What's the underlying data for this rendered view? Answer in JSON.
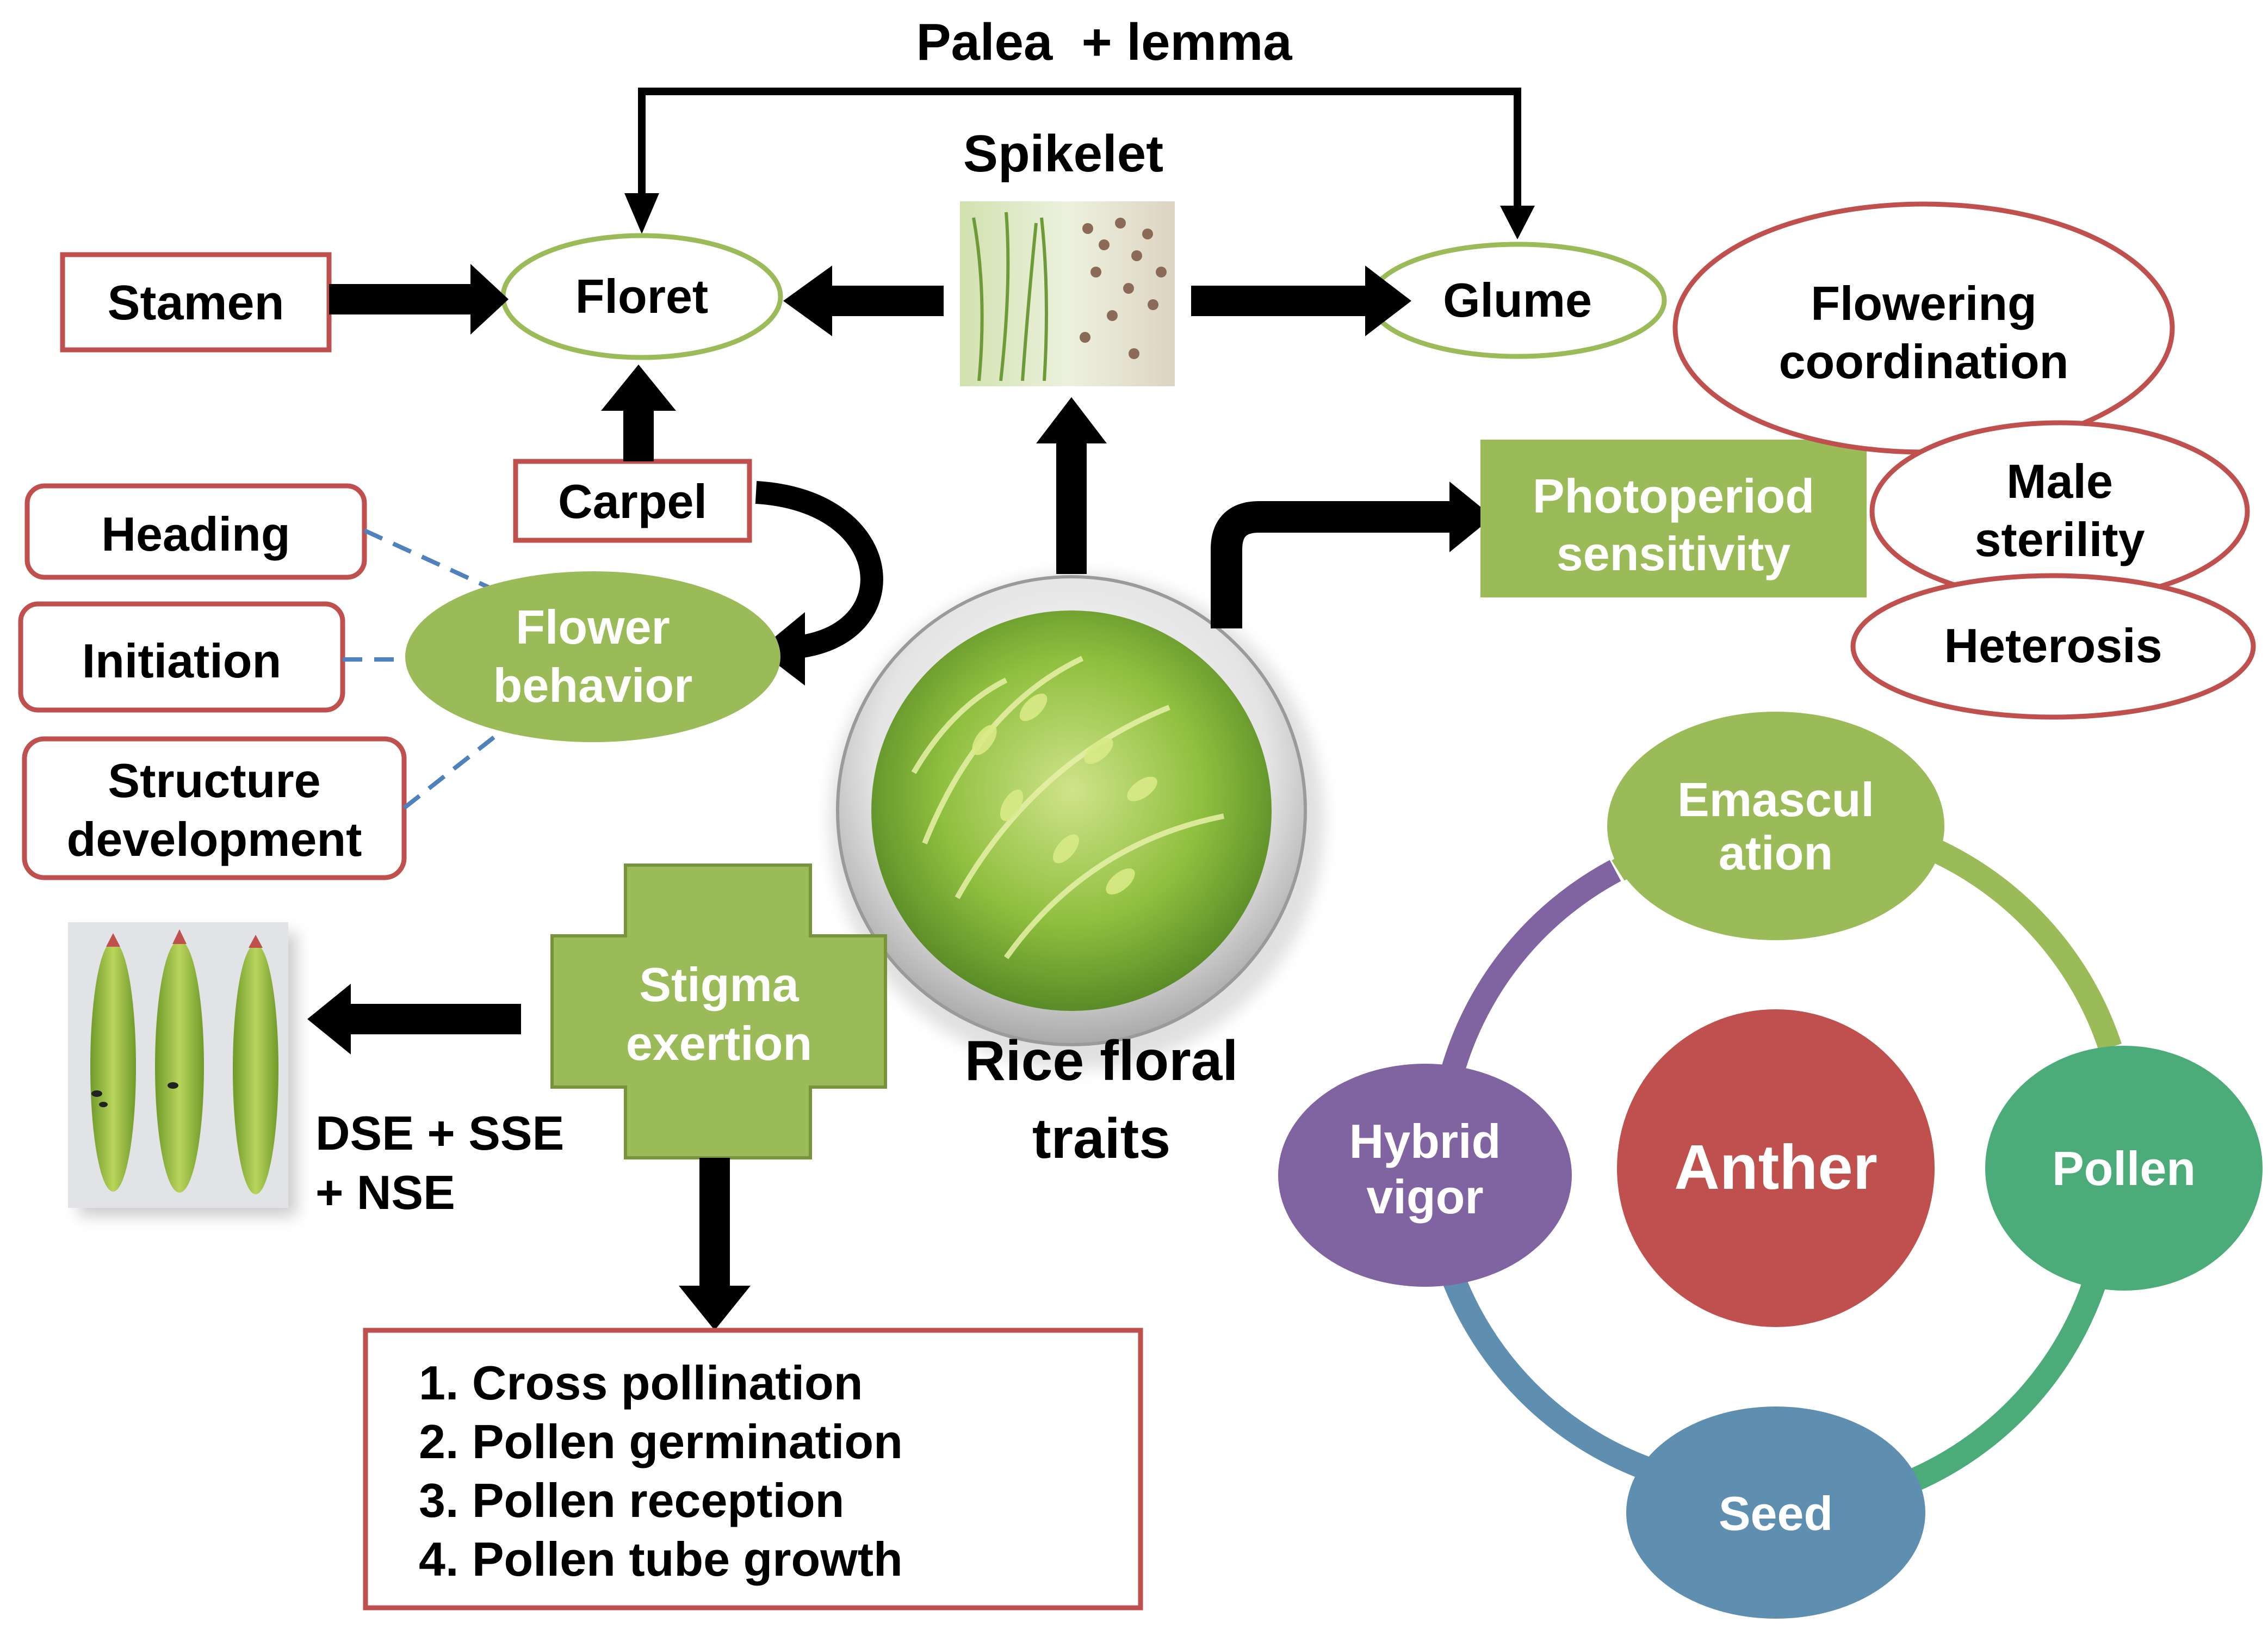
{
  "title_top": "Palea  + lemma",
  "spikelet": {
    "label": "Spikelet"
  },
  "nodes": {
    "floret": "Floret",
    "glume": "Glume",
    "stamen": "Stamen",
    "carpel": "Carpel",
    "heading": "Heading",
    "initiation": "Initiation",
    "structure_line1": "Structure",
    "structure_line2": "development",
    "flower_behavior_line1": "Flower",
    "flower_behavior_line2": "behavior",
    "flowering_coordination_line1": "Flowering",
    "flowering_coordination_line2": "coordination",
    "photoperiod_line1": "Photoperiod",
    "photoperiod_line2": "sensitivity",
    "male_sterility_line1": "Male",
    "male_sterility_line2": "sterility",
    "heterosis": "Heterosis",
    "stigma_line1": "Stigma",
    "stigma_line2": "exertion",
    "center_line1": "Rice floral",
    "center_line2": "traits",
    "dse_line1": "DSE + SSE",
    "dse_line2": "+ NSE"
  },
  "outcomes": [
    "1. Cross pollination",
    "2. Pollen germination",
    "3. Pollen reception",
    "4. Pollen tube growth"
  ],
  "cycle": {
    "center": "Anther",
    "emasculation_line1": "Emascul",
    "emasculation_line2": "ation",
    "pollen": "Pollen",
    "seed": "Seed",
    "hybrid_line1": "Hybrid",
    "hybrid_line2": "vigor"
  },
  "colors": {
    "green": "#9bbb59",
    "red_border": "#c0504d",
    "purple": "#8064a2",
    "teal": "#4bac7a",
    "steel_blue": "#5f8fb0",
    "anther_red": "#c0504d",
    "dashed_blue": "#4f81bd"
  }
}
